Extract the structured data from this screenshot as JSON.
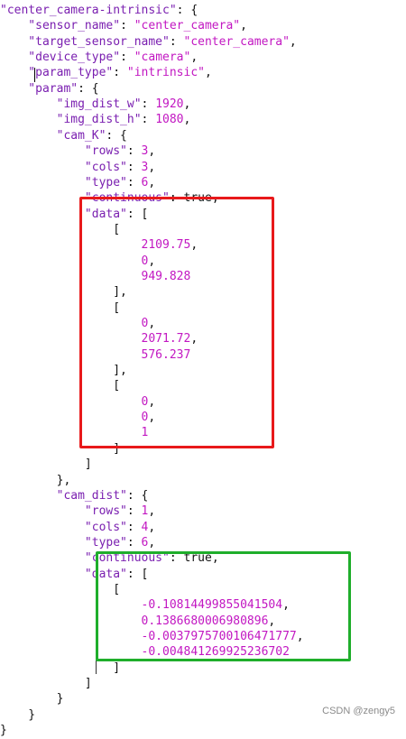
{
  "colors": {
    "key": "#7a1fb0",
    "string": "#c217c2",
    "number": "#c217c2",
    "red_box": "#e8191b",
    "green_box": "#1fae2b"
  },
  "lines": [
    [
      {
        "t": "\"center_camera-intrinsic\"",
        "c": "key"
      },
      {
        "t": ": {",
        "c": "pun"
      }
    ],
    [
      {
        "t": "    \"sensor_name\"",
        "c": "key"
      },
      {
        "t": ": ",
        "c": "pun"
      },
      {
        "t": "\"center_camera\"",
        "c": "str"
      },
      {
        "t": ",",
        "c": "pun"
      }
    ],
    [
      {
        "t": "    \"target_sensor_name\"",
        "c": "key"
      },
      {
        "t": ": ",
        "c": "pun"
      },
      {
        "t": "\"center_camera\"",
        "c": "str"
      },
      {
        "t": ",",
        "c": "pun"
      }
    ],
    [
      {
        "t": "    \"device_type\"",
        "c": "key"
      },
      {
        "t": ": ",
        "c": "pun"
      },
      {
        "t": "\"camera\"",
        "c": "str"
      },
      {
        "t": ",",
        "c": "pun"
      }
    ],
    [
      {
        "t": "    \"param_type\"",
        "c": "key"
      },
      {
        "t": ": ",
        "c": "pun"
      },
      {
        "t": "\"intrinsic\"",
        "c": "str"
      },
      {
        "t": ",",
        "c": "pun"
      }
    ],
    [
      {
        "t": "    \"param\"",
        "c": "key"
      },
      {
        "t": ": {",
        "c": "pun"
      }
    ],
    [
      {
        "t": "        \"img_dist_w\"",
        "c": "key"
      },
      {
        "t": ": ",
        "c": "pun"
      },
      {
        "t": "1920",
        "c": "num"
      },
      {
        "t": ",",
        "c": "pun"
      }
    ],
    [
      {
        "t": "        \"img_dist_h\"",
        "c": "key"
      },
      {
        "t": ": ",
        "c": "pun"
      },
      {
        "t": "1080",
        "c": "num"
      },
      {
        "t": ",",
        "c": "pun"
      }
    ],
    [
      {
        "t": "        \"cam_K\"",
        "c": "key"
      },
      {
        "t": ": {",
        "c": "pun"
      }
    ],
    [
      {
        "t": "            \"rows\"",
        "c": "key"
      },
      {
        "t": ": ",
        "c": "pun"
      },
      {
        "t": "3",
        "c": "num"
      },
      {
        "t": ",",
        "c": "pun"
      }
    ],
    [
      {
        "t": "            \"cols\"",
        "c": "key"
      },
      {
        "t": ": ",
        "c": "pun"
      },
      {
        "t": "3",
        "c": "num"
      },
      {
        "t": ",",
        "c": "pun"
      }
    ],
    [
      {
        "t": "            \"type\"",
        "c": "key"
      },
      {
        "t": ": ",
        "c": "pun"
      },
      {
        "t": "6",
        "c": "num"
      },
      {
        "t": ",",
        "c": "pun"
      }
    ],
    [
      {
        "t": "            \"continuous\"",
        "c": "key"
      },
      {
        "t": ": ",
        "c": "pun"
      },
      {
        "t": "true",
        "c": "pun"
      },
      {
        "t": ",",
        "c": "pun"
      }
    ],
    [
      {
        "t": "            \"data\"",
        "c": "key"
      },
      {
        "t": ": [",
        "c": "pun"
      }
    ],
    [
      {
        "t": "                [",
        "c": "pun"
      }
    ],
    [
      {
        "t": "                    2109.75",
        "c": "num"
      },
      {
        "t": ",",
        "c": "pun"
      }
    ],
    [
      {
        "t": "                    0",
        "c": "num"
      },
      {
        "t": ",",
        "c": "pun"
      }
    ],
    [
      {
        "t": "                    949.828",
        "c": "num"
      }
    ],
    [
      {
        "t": "                ],",
        "c": "pun"
      }
    ],
    [
      {
        "t": "                [",
        "c": "pun"
      }
    ],
    [
      {
        "t": "                    0",
        "c": "num"
      },
      {
        "t": ",",
        "c": "pun"
      }
    ],
    [
      {
        "t": "                    2071.72",
        "c": "num"
      },
      {
        "t": ",",
        "c": "pun"
      }
    ],
    [
      {
        "t": "                    576.237",
        "c": "num"
      }
    ],
    [
      {
        "t": "                ],",
        "c": "pun"
      }
    ],
    [
      {
        "t": "                [",
        "c": "pun"
      }
    ],
    [
      {
        "t": "                    0",
        "c": "num"
      },
      {
        "t": ",",
        "c": "pun"
      }
    ],
    [
      {
        "t": "                    0",
        "c": "num"
      },
      {
        "t": ",",
        "c": "pun"
      }
    ],
    [
      {
        "t": "                    1",
        "c": "num"
      }
    ],
    [
      {
        "t": "                ]",
        "c": "pun"
      }
    ],
    [
      {
        "t": "            ]",
        "c": "pun"
      }
    ],
    [
      {
        "t": "        },",
        "c": "pun"
      }
    ],
    [
      {
        "t": "        \"cam_dist\"",
        "c": "key"
      },
      {
        "t": ": {",
        "c": "pun"
      }
    ],
    [
      {
        "t": "            \"rows\"",
        "c": "key"
      },
      {
        "t": ": ",
        "c": "pun"
      },
      {
        "t": "1",
        "c": "num"
      },
      {
        "t": ",",
        "c": "pun"
      }
    ],
    [
      {
        "t": "            \"cols\"",
        "c": "key"
      },
      {
        "t": ": ",
        "c": "pun"
      },
      {
        "t": "4",
        "c": "num"
      },
      {
        "t": ",",
        "c": "pun"
      }
    ],
    [
      {
        "t": "            \"type\"",
        "c": "key"
      },
      {
        "t": ": ",
        "c": "pun"
      },
      {
        "t": "6",
        "c": "num"
      },
      {
        "t": ",",
        "c": "pun"
      }
    ],
    [
      {
        "t": "            \"continuous\"",
        "c": "key"
      },
      {
        "t": ": ",
        "c": "pun"
      },
      {
        "t": "true",
        "c": "pun"
      },
      {
        "t": ",",
        "c": "pun"
      }
    ],
    [
      {
        "t": "            \"data\"",
        "c": "key"
      },
      {
        "t": ": [",
        "c": "pun"
      }
    ],
    [
      {
        "t": "                [",
        "c": "pun"
      }
    ],
    [
      {
        "t": "                    -0.10814499855041504",
        "c": "num"
      },
      {
        "t": ",",
        "c": "pun"
      }
    ],
    [
      {
        "t": "                    0.1386680006980896",
        "c": "num"
      },
      {
        "t": ",",
        "c": "pun"
      }
    ],
    [
      {
        "t": "                    -0.0037975700106471777",
        "c": "num"
      },
      {
        "t": ",",
        "c": "pun"
      }
    ],
    [
      {
        "t": "                    -0.004841269925236702",
        "c": "num"
      }
    ],
    [
      {
        "t": "                ]",
        "c": "pun"
      }
    ],
    [
      {
        "t": "            ]",
        "c": "pun"
      }
    ],
    [
      {
        "t": "        }",
        "c": "pun"
      }
    ],
    [
      {
        "t": "    }",
        "c": "pun"
      }
    ],
    [
      {
        "t": "}",
        "c": "pun"
      }
    ]
  ],
  "watermark": "CSDN @zengy5"
}
